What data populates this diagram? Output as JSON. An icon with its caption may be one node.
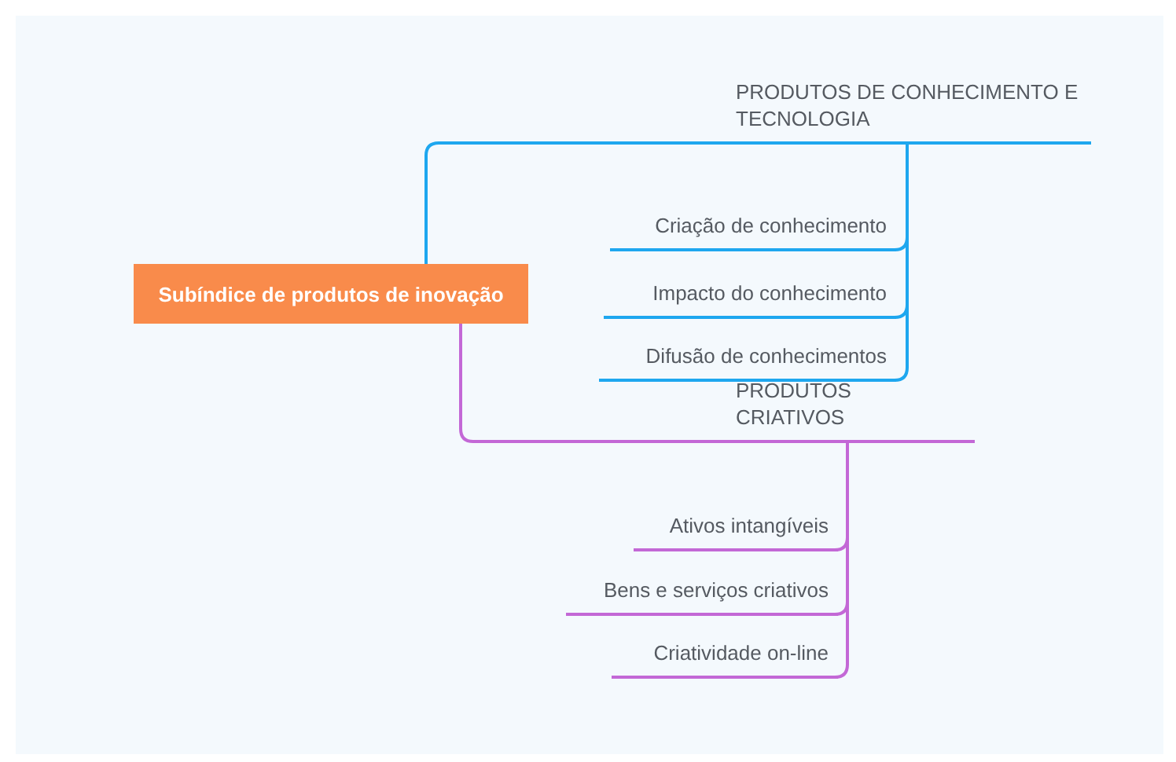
{
  "diagram": {
    "nodes": [
      {
        "text": [
          "Subíndice de produtos de inovação"
        ]
      },
      {
        "text": [
          "PRODUTOS DE CONHECIMENTO E TECNOLOGIA"
        ]
      },
      {
        "text": [
          "Criação de conhecimento"
        ]
      },
      {
        "text": [
          "Impacto do conhecimento"
        ]
      },
      {
        "text": [
          "Difusão de conhecimentos"
        ]
      },
      {
        "text": [
          "PRODUTOS CRIATIVOS"
        ]
      },
      {
        "text": [
          "Ativos intangíveis"
        ]
      },
      {
        "text": [
          "Bens e serviços criativos"
        ]
      },
      {
        "text": [
          "Criatividade on-line"
        ]
      }
    ],
    "edges": [
      {
        "from": 0,
        "to": 1,
        "arrow": "none",
        "color": "#1ea7ef"
      },
      {
        "from": 1,
        "to": 2,
        "arrow": "none",
        "color": "#1ea7ef"
      },
      {
        "from": 1,
        "to": 3,
        "arrow": "none",
        "color": "#1ea7ef"
      },
      {
        "from": 1,
        "to": 4,
        "arrow": "none",
        "color": "#1ea7ef"
      },
      {
        "from": 0,
        "to": 5,
        "arrow": "none",
        "color": "#c368d6"
      },
      {
        "from": 5,
        "to": 6,
        "arrow": "none",
        "color": "#c368d6"
      },
      {
        "from": 5,
        "to": 7,
        "arrow": "none",
        "color": "#c368d6"
      },
      {
        "from": 5,
        "to": 8,
        "arrow": "none",
        "color": "#c368d6"
      }
    ]
  }
}
